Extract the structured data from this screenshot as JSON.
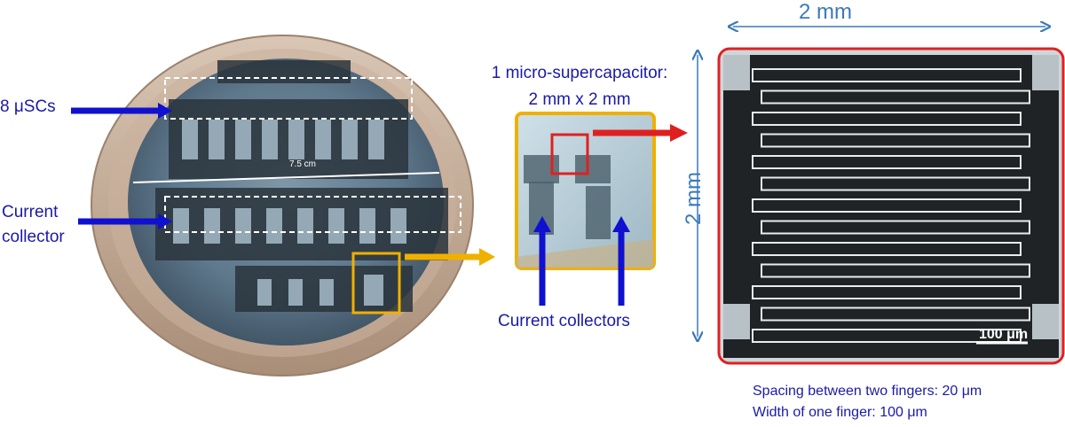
{
  "labels": {
    "eight_uscs": "8 μSCs",
    "current_collector_line1": "Current",
    "current_collector_line2": "collector",
    "wafer_width": "7.5 cm",
    "micro_line1": "1 micro-supercapacitor:",
    "micro_line2": "2 mm x 2 mm",
    "current_collectors": "Current collectors",
    "dim_top": "2 mm",
    "dim_side": "2 mm",
    "scale_bar": "100 μm",
    "spacing": "Spacing between two fingers: 20 μm",
    "finger_width": "Width of one finger: 100 μm"
  },
  "colors": {
    "annotation_blue": "#1010d0",
    "highlight_yellow": "#f0b000",
    "highlight_red": "#e02020",
    "dimension_blue": "#3b7ab8"
  }
}
